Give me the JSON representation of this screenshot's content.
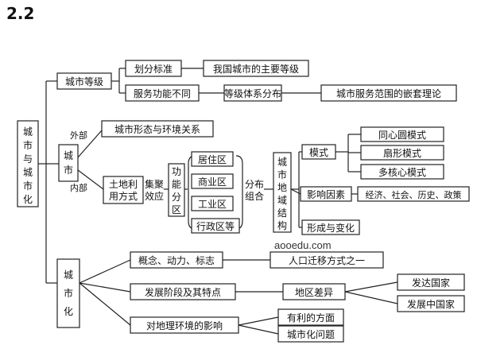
{
  "section": "2.2",
  "watermark": "aooedu.com",
  "root": [
    "城",
    "市",
    "与",
    "城",
    "市",
    "化"
  ],
  "level1": {
    "title": "城市等级",
    "huafen": "划分标准",
    "huafen_result": "我国城市的主要等级",
    "fuwu": "服务功能不同",
    "fuwu_mid": "等级体系分布",
    "fuwu_result": "城市服务范围的嵌套理论"
  },
  "city": {
    "title": [
      "城",
      "市"
    ],
    "outer_label": "外部",
    "outer_result": "城市形态与环境关系",
    "inner_label": "内部",
    "land_use": [
      "土地利",
      "用方式"
    ],
    "agglomeration": [
      "集聚",
      "效应"
    ],
    "function_zone": [
      "功",
      "能",
      "分",
      "区"
    ],
    "zones": [
      "居住区",
      "商业区",
      "工业区",
      "行政区等"
    ],
    "distribution": [
      "分布",
      "组合"
    ],
    "structure": [
      "城",
      "市",
      "地",
      "域",
      "结",
      "构"
    ],
    "model": "模式",
    "models": [
      "同心圆模式",
      "扇形模式",
      "多核心模式"
    ],
    "factors": "影响因素",
    "factors_result": "经济、社会、历史、政策",
    "change": "形成与变化"
  },
  "urbanization": {
    "title": [
      "城",
      "市",
      "化"
    ],
    "concept": "概念、动力、标志",
    "concept_result": "人口迁移方式之一",
    "stages": "发展阶段及其特点",
    "regional": "地区差异",
    "countries": [
      "发达国家",
      "发展中国家"
    ],
    "impact": "对地理环境的影响",
    "favorable": "有利的方面",
    "problems": "城市化问题"
  }
}
